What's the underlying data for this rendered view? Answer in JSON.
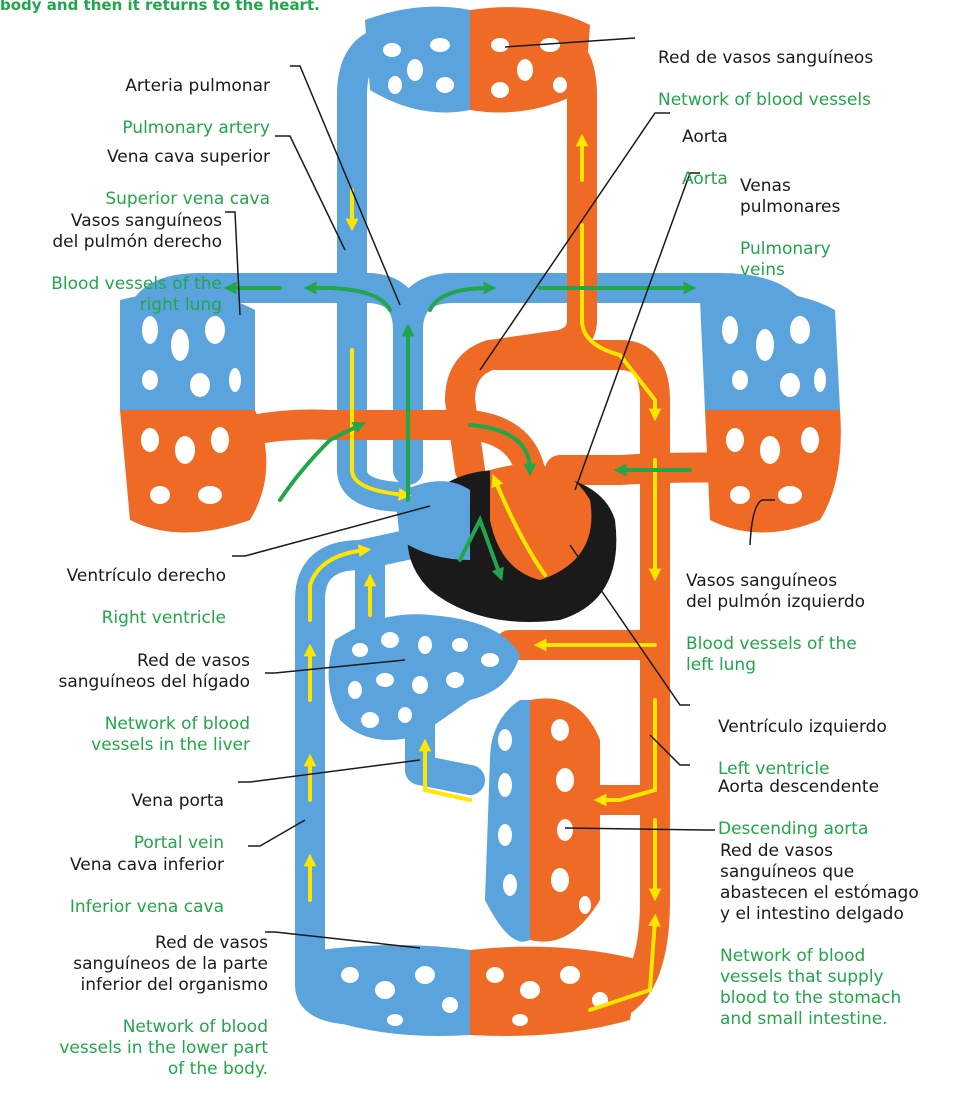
{
  "caption": "body and then it returns to the heart.",
  "labels": {
    "net_top": {
      "es": "Red de vasos sanguíneos",
      "en": "Network of blood vessels"
    },
    "pulm_artery": {
      "es": "Arteria pulmonar",
      "en": "Pulmonary artery"
    },
    "aorta": {
      "es": "Aorta",
      "en": "Aorta"
    },
    "svc": {
      "es": "Vena cava superior",
      "en": "Superior vena cava"
    },
    "pulm_veins": {
      "es": "Venas\npulmonares",
      "en": "Pulmonary\nveins"
    },
    "right_lung": {
      "es": "Vasos sanguíneos\ndel pulmón derecho",
      "en": "Blood vessels of the\nright lung"
    },
    "right_vent": {
      "es": "Ventrículo derecho",
      "en": "Right ventricle"
    },
    "left_lung": {
      "es": "Vasos sanguíneos\ndel pulmón izquierdo",
      "en": "Blood vessels of the\nleft lung"
    },
    "liver": {
      "es": "Red de vasos\nsanguíneos del hígado",
      "en": "Network of blood\nvessels in the liver"
    },
    "left_vent": {
      "es": "Ventrículo izquierdo",
      "en": "Left ventricle"
    },
    "portal": {
      "es": "Vena porta",
      "en": "Portal vein"
    },
    "desc_aorta": {
      "es": "Aorta descendente",
      "en": "Descending aorta"
    },
    "ivc": {
      "es": "Vena cava inferior",
      "en": "Inferior vena cava"
    },
    "stomach": {
      "es": "Red de vasos\nsanguíneos que\nabastecen el estómago\ny el intestino delgado",
      "en": "Network of blood\nvessels that supply\nblood to the stomach\nand small intestine."
    },
    "lower_body": {
      "es": "Red de vasos\nsanguíneos de la parte\ninferior del organismo",
      "en": "Network of blood\nvessels in the lower part\nof the body."
    }
  },
  "colors": {
    "venous": "#5aa3dc",
    "arterial": "#ef6a24",
    "oxygen_flow": "#22a64a",
    "flow_arrow": "#ffe600",
    "heart_dark": "#1a1a1a"
  }
}
